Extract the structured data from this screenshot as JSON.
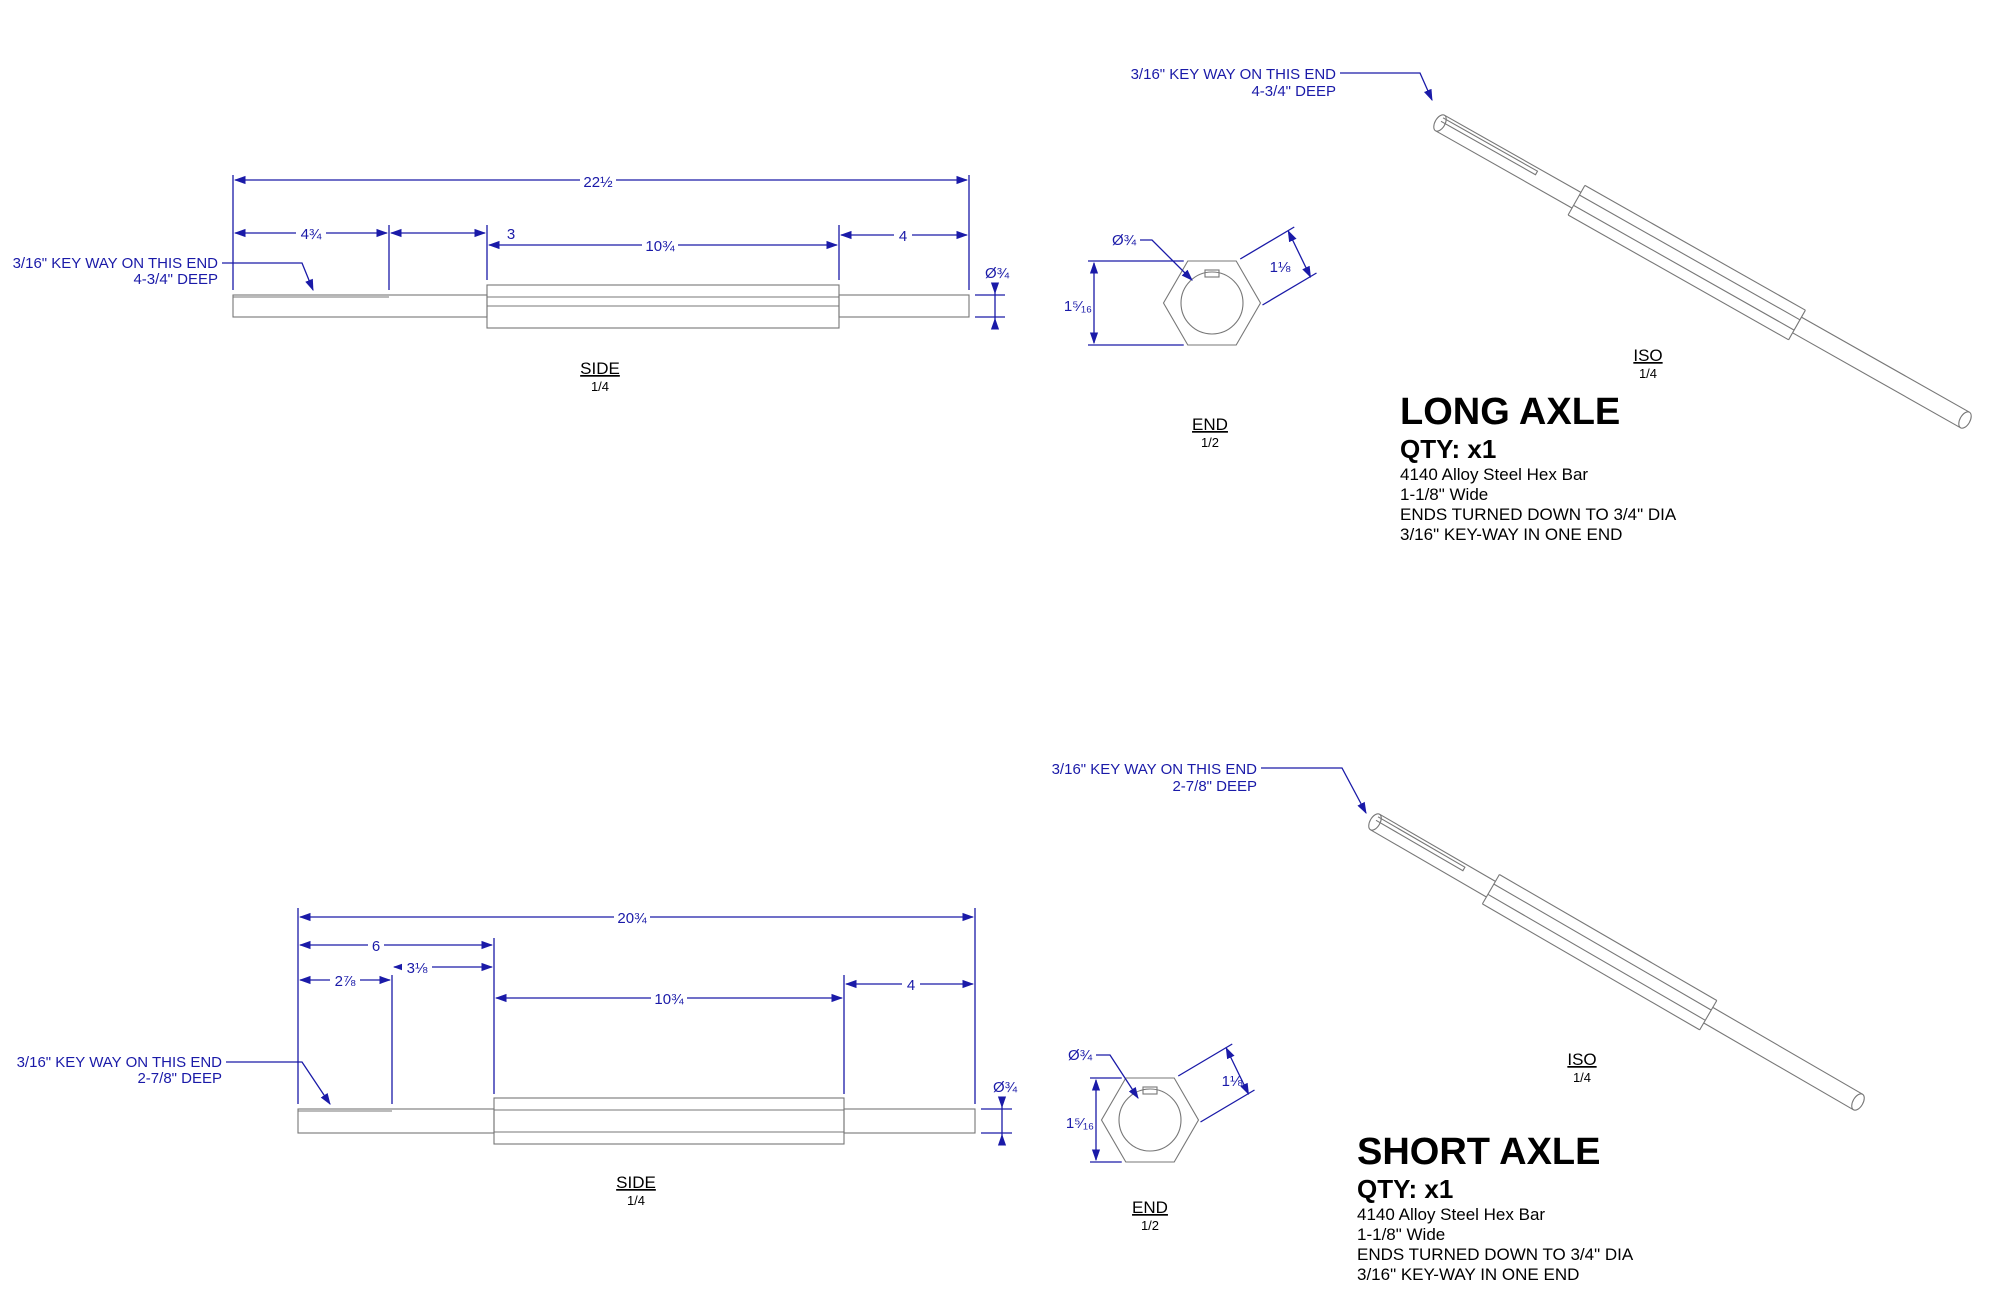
{
  "long_axle": {
    "keyway_line1": "3/16\" KEY WAY ON THIS END",
    "keyway_line2": "4-3/4\" DEEP",
    "dim_overall": "22½",
    "dim_a": "4¾",
    "dim_b": "3",
    "dim_c": "10¾",
    "dim_d": "4",
    "dim_dia": "Ø¾",
    "side_label": "SIDE",
    "side_scale": "1/4",
    "end_dia": "Ø¾",
    "end_width": "1⅛",
    "end_height": "1⁵⁄₁₆",
    "end_label": "END",
    "end_scale": "1/2",
    "iso_label": "ISO",
    "iso_scale": "1/4",
    "title": "LONG AXLE",
    "qty": "QTY: x1",
    "notes": [
      "4140 Alloy Steel Hex Bar",
      "1-1/8\" Wide",
      "ENDS TURNED DOWN TO 3/4\" DIA",
      "3/16\" KEY-WAY IN ONE END"
    ]
  },
  "short_axle": {
    "keyway_line1": "3/16\" KEY WAY ON THIS END",
    "keyway_line2": "2-7/8\" DEEP",
    "dim_overall": "20¾",
    "dim_six": "6",
    "dim_a": "2⅞",
    "dim_b": "3⅛",
    "dim_c": "10¾",
    "dim_d": "4",
    "dim_dia": "Ø¾",
    "side_label": "SIDE",
    "side_scale": "1/4",
    "end_dia": "Ø¾",
    "end_width": "1⅛",
    "end_height": "1⁵⁄₁₆",
    "end_label": "END",
    "end_scale": "1/2",
    "iso_label": "ISO",
    "iso_scale": "1/4",
    "title": "SHORT AXLE",
    "qty": "QTY: x1",
    "notes": [
      "4140 Alloy Steel Hex Bar",
      "1-1/8\" Wide",
      "ENDS TURNED DOWN TO 3/4\" DIA",
      "3/16\" KEY-WAY IN ONE END"
    ]
  },
  "colors": {
    "dimension": "#1a1aa8",
    "part": "#777777",
    "text": "#000000"
  }
}
